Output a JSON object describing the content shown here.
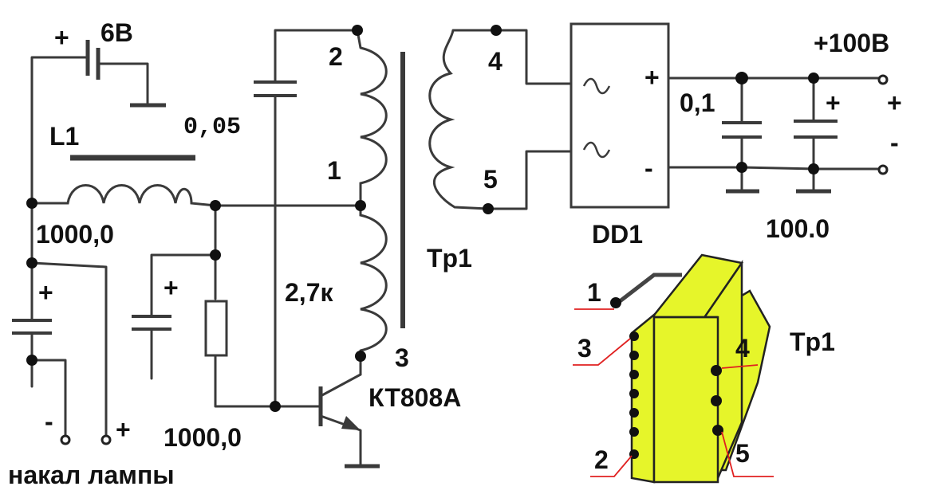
{
  "labels": {
    "battery_plus": "+",
    "battery_voltage": "6В",
    "choke": "L1",
    "cap_005": "0,05",
    "cap_1000_top": "1000,0",
    "cap_1000_top_plus": "+",
    "cap_1000_mid_plus": "+",
    "cap_1000_bottom": "1000,0",
    "resistor": "2,7к",
    "transformer": "Tp1",
    "transistor": "КТ808А",
    "filament_minus": "-",
    "filament_plus": "+",
    "filament": "накал лампы",
    "pin1": "1",
    "pin2": "2",
    "pin3": "3",
    "pin4": "4",
    "pin5": "5",
    "bridge": "DD1",
    "bridge_plus": "+",
    "bridge_minus": "-",
    "cap_01": "0,1",
    "cap_100": "100.0",
    "cap_100_plus": "+",
    "out_voltage": "+100В",
    "out_plus": "+",
    "out_minus": "-",
    "core_label": "Tp1",
    "core_pin1": "1",
    "core_pin2": "2",
    "core_pin3": "3",
    "core_pin4": "4",
    "core_pin5": "5"
  },
  "colors": {
    "core_fill": "#e6f52a",
    "wire": "#3a3a3a",
    "pin_leader": "#e02020"
  }
}
